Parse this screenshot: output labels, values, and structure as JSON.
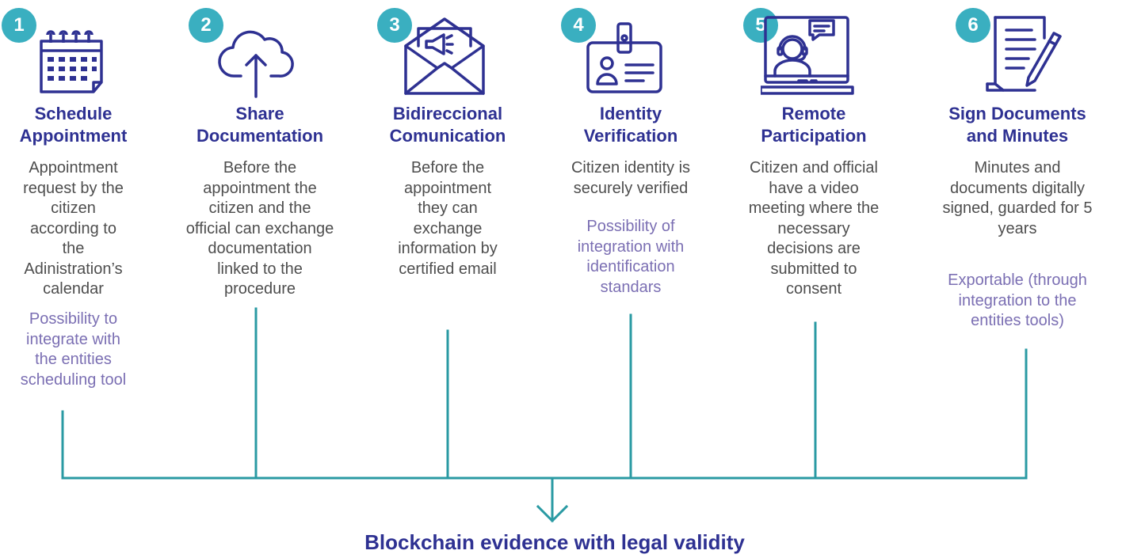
{
  "colors": {
    "accent": "#3aafc0",
    "title": "#2e3192",
    "note": "#7b6fb3",
    "text": "#4e4e4e",
    "line": "#2a9aa3"
  },
  "steps": [
    {
      "number": "1",
      "icon": "calendar-icon",
      "title_line1": "Schedule",
      "title_line2": "Appointment",
      "description": [
        "Appointment",
        "request by the",
        "citizen",
        "according to",
        "the",
        "Adinistration’s",
        "calendar"
      ],
      "note": [
        "Possibility to",
        "integrate with",
        "the entities",
        "scheduling tool"
      ]
    },
    {
      "number": "2",
      "icon": "cloud-upload-icon",
      "title_line1": "Share",
      "title_line2": "Documentation",
      "description": [
        "Before the",
        "appointment the",
        "citizen and the",
        "official can exchange",
        "documentation",
        "linked to the",
        "procedure"
      ],
      "note": []
    },
    {
      "number": "3",
      "icon": "email-megaphone-icon",
      "title_line1": "Bidireccional",
      "title_line2": "Comunication",
      "description": [
        "Before the",
        "appointment",
        "they can",
        "exchange",
        "information by",
        "certified email"
      ],
      "note": []
    },
    {
      "number": "4",
      "icon": "id-card-icon",
      "title_line1": "Identity",
      "title_line2": "Verification",
      "description": [
        "Citizen identity is",
        "securely verified"
      ],
      "note": [
        "Possibility of",
        "integration with",
        "identification",
        "standars"
      ]
    },
    {
      "number": "5",
      "icon": "video-meeting-icon",
      "title_line1": "Remote",
      "title_line2": "Participation",
      "description": [
        "Citizen and official",
        "have a video",
        "meeting where the",
        "necessary",
        "decisions are",
        "submitted to",
        "consent"
      ],
      "note": []
    },
    {
      "number": "6",
      "icon": "sign-document-icon",
      "title_line1": "Sign Documents",
      "title_line2": "and Minutes",
      "description": [
        "Minutes and",
        "documents digitally",
        "signed, guarded for 5",
        "years"
      ],
      "note": [
        "Exportable (through",
        "integration to the",
        "entities tools)"
      ]
    }
  ],
  "footer": "Blockchain evidence with legal validity"
}
